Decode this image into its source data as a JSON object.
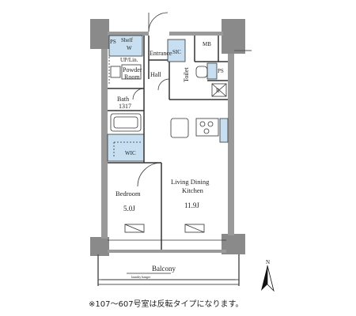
{
  "rooms": {
    "ps_top": "PS",
    "shelf": "Shelf",
    "w": "W",
    "entrance": "Entrance",
    "sic": "SIC",
    "mb": "MB",
    "up_lin": "UP/Lin.",
    "powder_room": [
      "Powder",
      "Room"
    ],
    "hall": "Hall",
    "toilet": "Toilet",
    "ps_right": "PS",
    "r": "R",
    "bath": [
      "Bath",
      "1317"
    ],
    "wic": "WIC",
    "bedroom": [
      "Bedroom",
      "5.0J"
    ],
    "ldk": [
      "Living Dining",
      "Kitchen",
      "11.9J"
    ],
    "balcony": "Balcony",
    "laundry": "laundry hanger"
  },
  "compass": {
    "label": "N"
  },
  "footnote": "※107～607号室は反転タイプになります。",
  "colors": {
    "wall": "#8a8a8a",
    "blue": "#c7dff0",
    "line": "#333333"
  }
}
